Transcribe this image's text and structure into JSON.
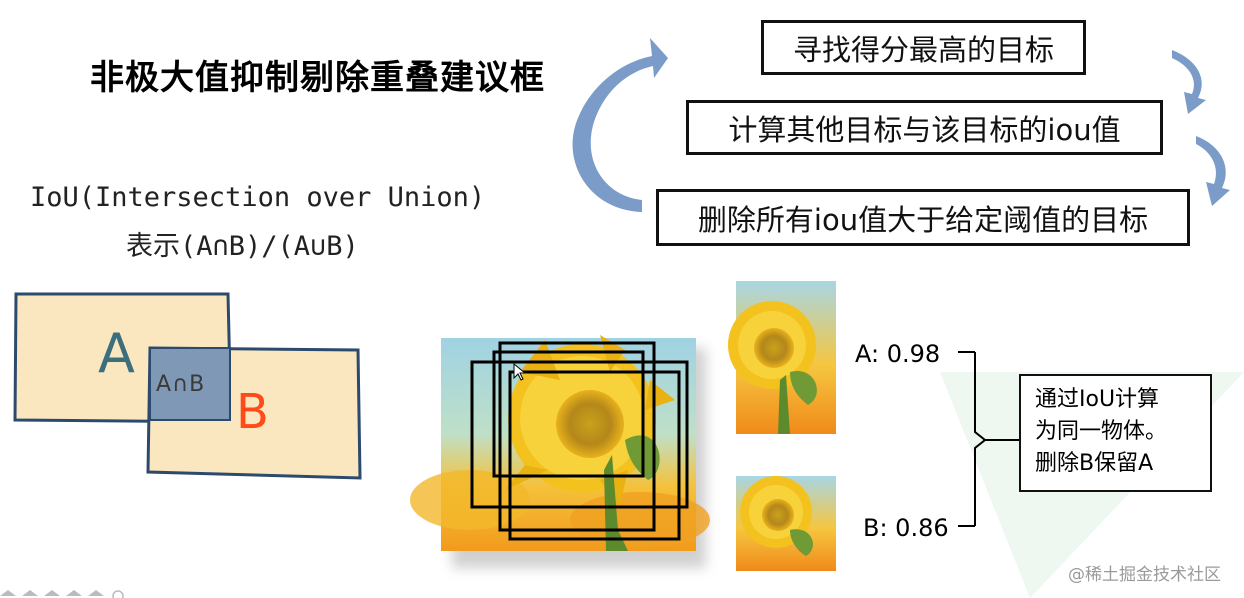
{
  "title": "非极大值抑制剔除重叠建议框",
  "iou": {
    "line1": "IoU(Intersection over Union)",
    "line2": "表示(A∩B)/(A∪B)"
  },
  "steps": [
    "寻找得分最高的目标",
    "计算其他目标与该目标的iou值",
    "删除所有iou值大于给定阈值的目标"
  ],
  "venn": {
    "label_a": "A",
    "label_b": "B",
    "label_intersection": "A∩B",
    "colors": {
      "box_fill": "#fbe7bf",
      "box_stroke": "#2c4a6e",
      "intersection_fill": "#7f98b6",
      "label_a": "#3b6f7d",
      "label_b": "#ff4a1a"
    }
  },
  "detections": {
    "box_count": 4,
    "crop_a_score": "A: 0.98",
    "crop_b_score": "B: 0.86"
  },
  "result_note": [
    "通过IoU计算",
    "为同一物体。",
    "删除B保留A"
  ],
  "watermark": "@稀土掘金技术社区",
  "colors": {
    "cycle_arrow": "#7b9cc9"
  }
}
